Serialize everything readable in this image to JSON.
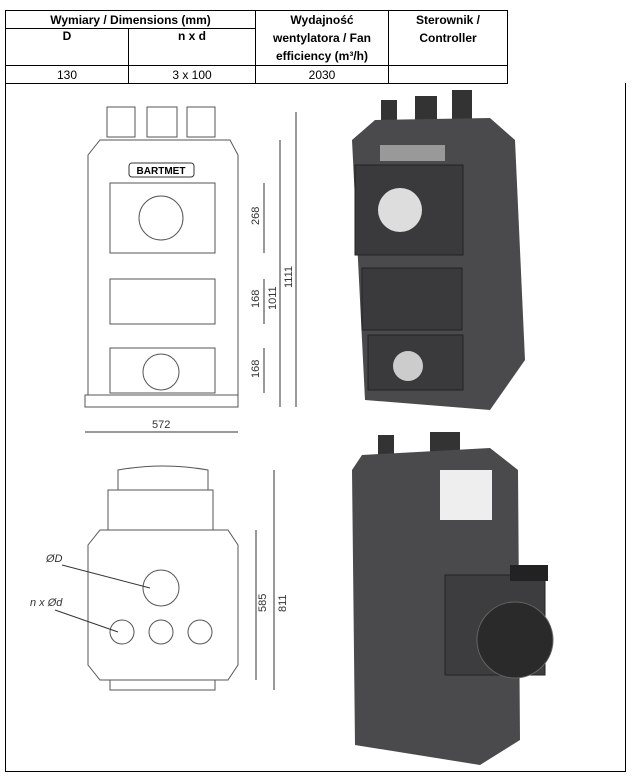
{
  "table": {
    "header_dimensions": "Wymiary / Dimensions (mm)",
    "header_D": "D",
    "header_nxd": "n x d",
    "header_fan": "Wydajność wentylatora / Fan efficiency (m³/h)",
    "header_controller": "Sterownik / Controller",
    "row": {
      "D": "130",
      "nxd": "3 x 100",
      "fan": "2030",
      "controller": ""
    }
  },
  "drawing": {
    "brand": "BARTMET",
    "dims_front": [
      "268",
      "168",
      "168",
      "1011",
      "1111",
      "572"
    ],
    "dims_top": [
      "585",
      "811"
    ],
    "label_D": "ØD",
    "label_nd": "n x Ød"
  }
}
